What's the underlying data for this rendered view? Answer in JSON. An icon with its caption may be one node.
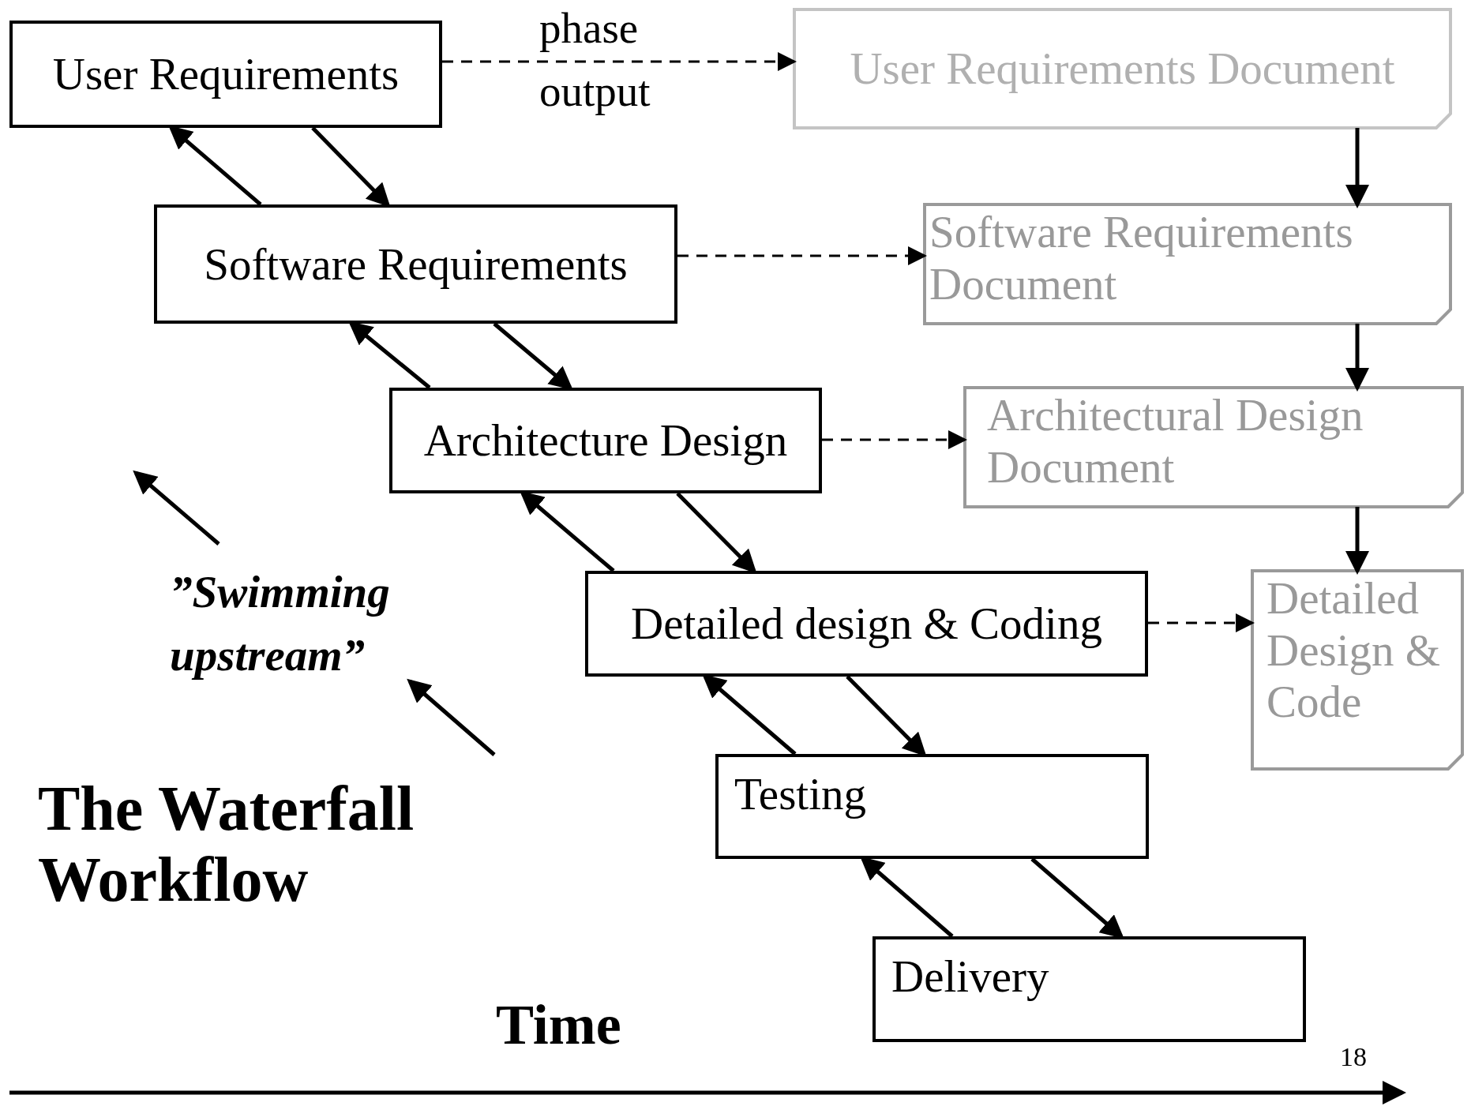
{
  "diagram": {
    "title": "The Waterfall Workflow",
    "nodes": [
      {
        "text": [
          "User Requirements"
        ]
      },
      {
        "text": [
          "Software Requirements"
        ]
      },
      {
        "text": [
          "Architecture Design"
        ]
      },
      {
        "text": [
          "Detailed design & Coding"
        ]
      },
      {
        "text": [
          "Testing"
        ]
      },
      {
        "text": [
          "Delivery"
        ]
      },
      {
        "text": [
          "User Requirements Document"
        ]
      },
      {
        "text": [
          "Software Requirements Document"
        ]
      },
      {
        "text": [
          "Architectural Design Document"
        ]
      },
      {
        "text": [
          "Detailed Design & Code"
        ]
      }
    ],
    "edges": [
      {
        "from": 0,
        "to": 1,
        "arrow": "to"
      },
      {
        "from": 1,
        "to": 0,
        "arrow": "to"
      },
      {
        "from": 1,
        "to": 2,
        "arrow": "to"
      },
      {
        "from": 2,
        "to": 1,
        "arrow": "to"
      },
      {
        "from": 2,
        "to": 3,
        "arrow": "to"
      },
      {
        "from": 3,
        "to": 2,
        "arrow": "to"
      },
      {
        "from": 3,
        "to": 4,
        "arrow": "to"
      },
      {
        "from": 4,
        "to": 3,
        "arrow": "to"
      },
      {
        "from": 4,
        "to": 5,
        "arrow": "to"
      },
      {
        "from": 5,
        "to": 4,
        "arrow": "to"
      },
      {
        "from": 0,
        "to": 6,
        "arrow": "to",
        "label": "phase output",
        "style": "dashed"
      },
      {
        "from": 1,
        "to": 7,
        "arrow": "to",
        "style": "dashed"
      },
      {
        "from": 2,
        "to": 8,
        "arrow": "to",
        "style": "dashed"
      },
      {
        "from": 3,
        "to": 9,
        "arrow": "to",
        "style": "dashed"
      },
      {
        "from": 6,
        "to": 7,
        "arrow": "to"
      },
      {
        "from": 7,
        "to": 8,
        "arrow": "to"
      },
      {
        "from": 8,
        "to": 9,
        "arrow": "to"
      }
    ],
    "labels": [
      "”Swimming upstream”",
      "Time",
      "18"
    ]
  }
}
